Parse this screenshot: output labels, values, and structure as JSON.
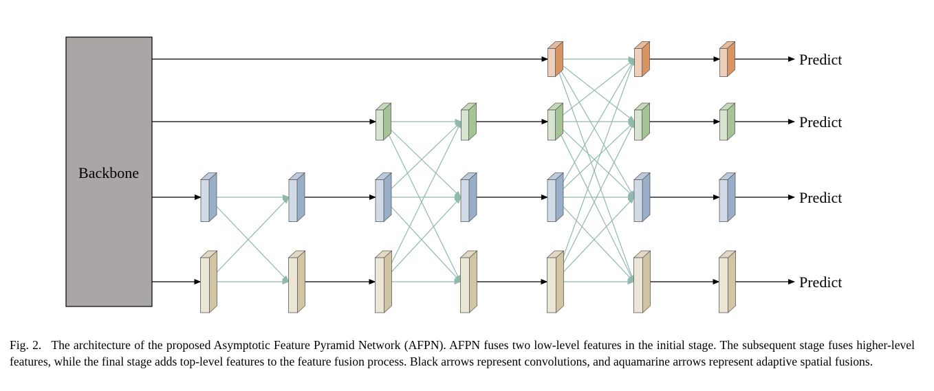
{
  "diagram": {
    "backbone_label": "Backbone",
    "predict_labels": [
      "Predict",
      "Predict",
      "Predict",
      "Predict"
    ],
    "colors": {
      "backbone_fill": "#aaa6a5",
      "convolution_arrow": "#000000",
      "fusion_arrow": "#8fb9ad",
      "level_1_feature": "#d99466",
      "level_2_feature": "#a6c395",
      "level_3_feature": "#98aec9",
      "level_4_feature": "#d2c5a4"
    }
  },
  "caption": {
    "figure_label": "Fig. 2.",
    "text": "The architecture of the proposed Asymptotic Feature Pyramid Network (AFPN). AFPN fuses two low-level features in the initial stage. The subsequent stage fuses higher-level features, while the final stage adds top-level features to the feature fusion process. Black arrows represent convolutions, and aquamarine arrows represent adaptive spatial fusions."
  }
}
